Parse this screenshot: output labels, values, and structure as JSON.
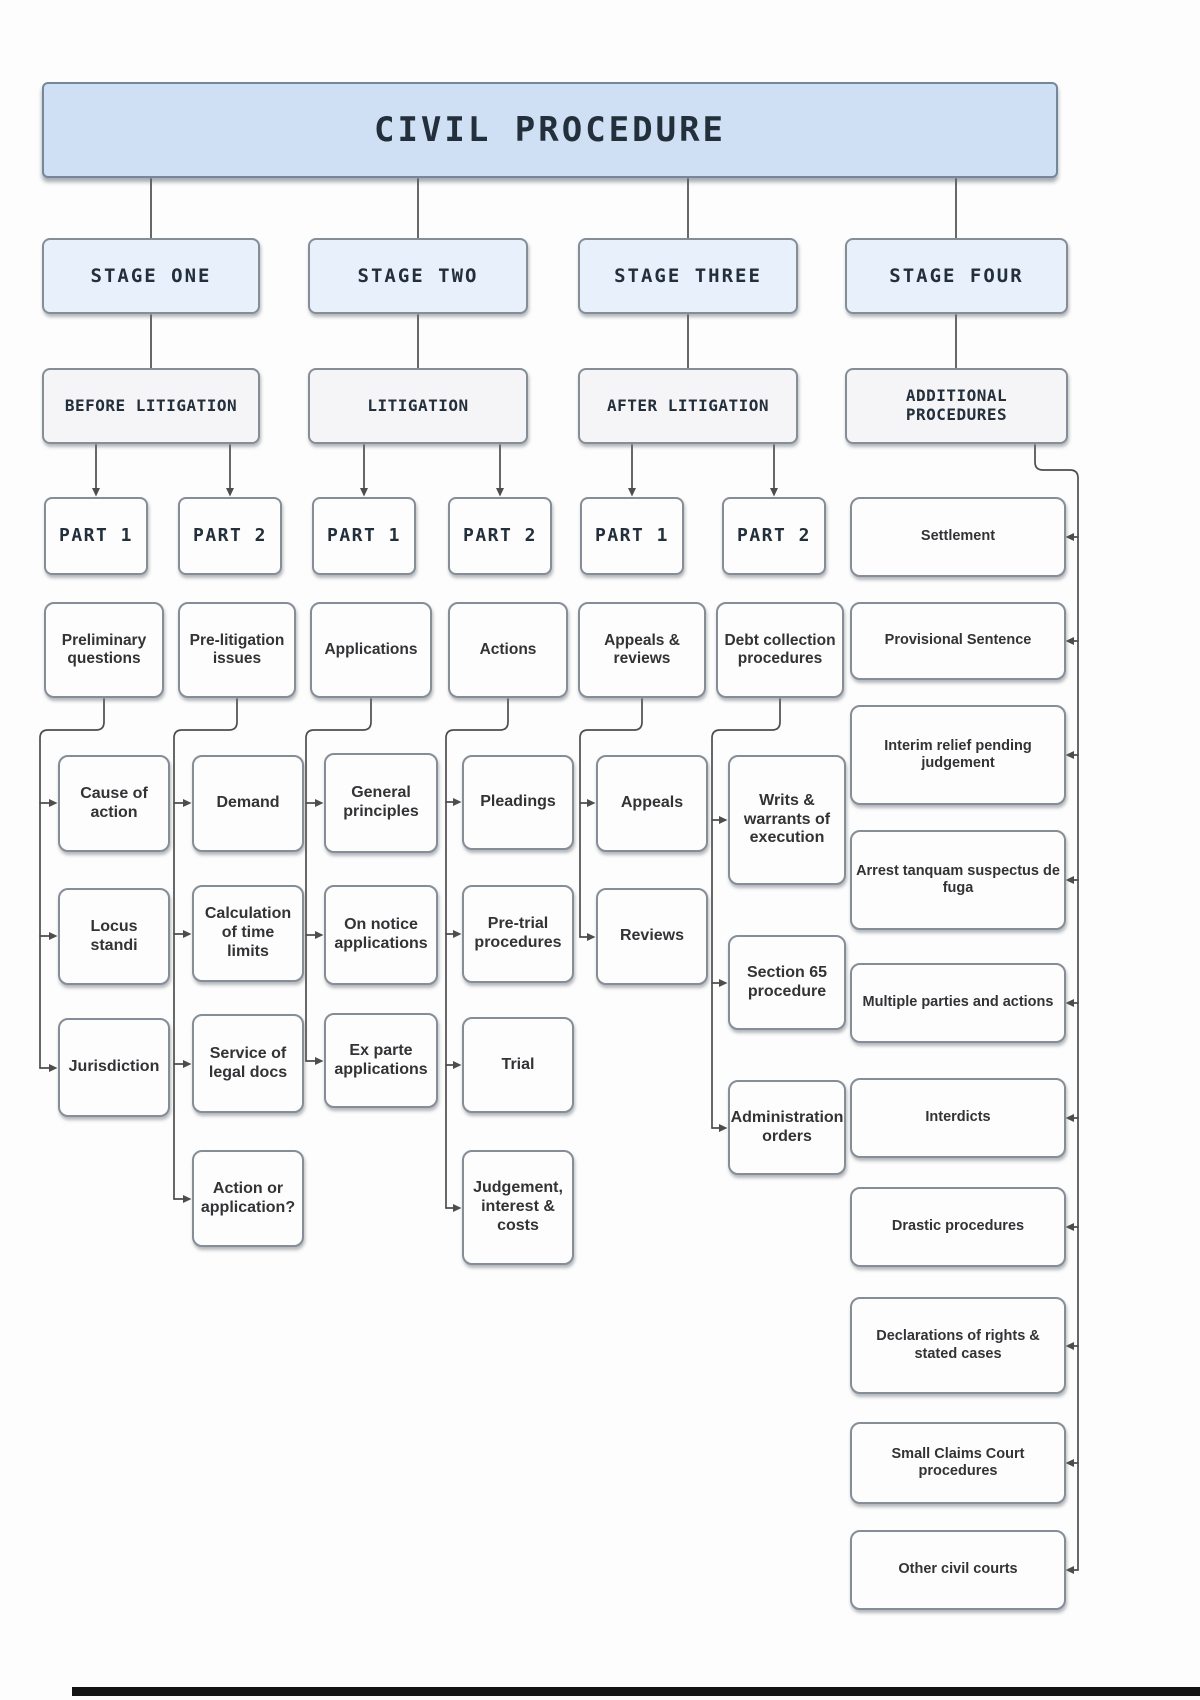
{
  "title": "CIVIL PROCEDURE",
  "stages": [
    {
      "label": "STAGE ONE",
      "category": "BEFORE LITIGATION",
      "parts": [
        {
          "label": "PART 1",
          "topic": "Preliminary questions",
          "children": [
            "Cause of action",
            "Locus standi",
            "Jurisdiction"
          ]
        },
        {
          "label": "PART 2",
          "topic": "Pre-litigation issues",
          "children": [
            "Demand",
            "Calculation of time limits",
            "Service of legal docs",
            "Action or application?"
          ]
        }
      ]
    },
    {
      "label": "STAGE TWO",
      "category": "LITIGATION",
      "parts": [
        {
          "label": "PART 1",
          "topic": "Applications",
          "children": [
            "General principles",
            "On notice applications",
            "Ex parte applications"
          ]
        },
        {
          "label": "PART 2",
          "topic": "Actions",
          "children": [
            "Pleadings",
            "Pre-trial procedures",
            "Trial",
            "Judgement, interest & costs"
          ]
        }
      ]
    },
    {
      "label": "STAGE THREE",
      "category": "AFTER LITIGATION",
      "parts": [
        {
          "label": "PART 1",
          "topic": "Appeals & reviews",
          "children": [
            "Appeals",
            "Reviews"
          ]
        },
        {
          "label": "PART 2",
          "topic": "Debt collection procedures",
          "children": [
            "Writs & warrants of execution",
            "Section 65 procedure",
            "Administration orders"
          ]
        }
      ]
    },
    {
      "label": "STAGE FOUR",
      "category": "ADDITIONAL PROCEDURES",
      "items": [
        "Settlement",
        "Provisional Sentence",
        "Interim relief pending judgement",
        "Arrest tanquam suspectus de fuga",
        "Multiple parties and actions",
        "Interdicts",
        "Drastic procedures",
        "Declarations of rights & stated cases",
        "Small Claims Court procedures",
        "Other civil courts"
      ]
    }
  ],
  "colors": {
    "title_fill": "#cfe0f5",
    "stage_fill": "#e8f1fb",
    "category_fill": "#f5f5f8",
    "node_fill": "#fdfdfe",
    "node_border": "#858d96",
    "heading_text": "#232f3b",
    "body_text": "#333336",
    "connector": "#4d4d4d",
    "page_rule": "#141414"
  }
}
